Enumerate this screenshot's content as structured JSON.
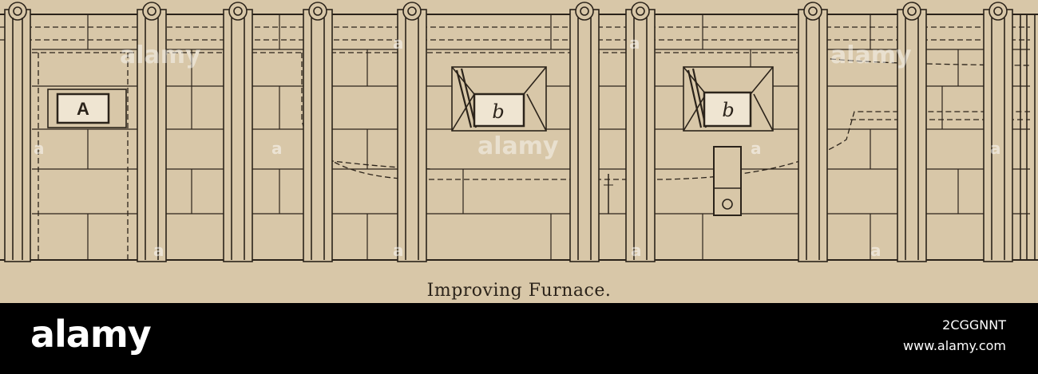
{
  "figure": {
    "caption": "Improving Furnace.",
    "labels": {
      "door_a": "A",
      "door_b1": "b",
      "door_b2": "b"
    }
  },
  "watermark": {
    "text": "alamy",
    "short": "a"
  },
  "footer": {
    "logo": "alamy",
    "image_id": "2CGGNNT",
    "site": "www.alamy.com"
  },
  "colors": {
    "paper": "#d8c7a8",
    "ink": "#2b231a",
    "footer_bg": "#000000"
  }
}
